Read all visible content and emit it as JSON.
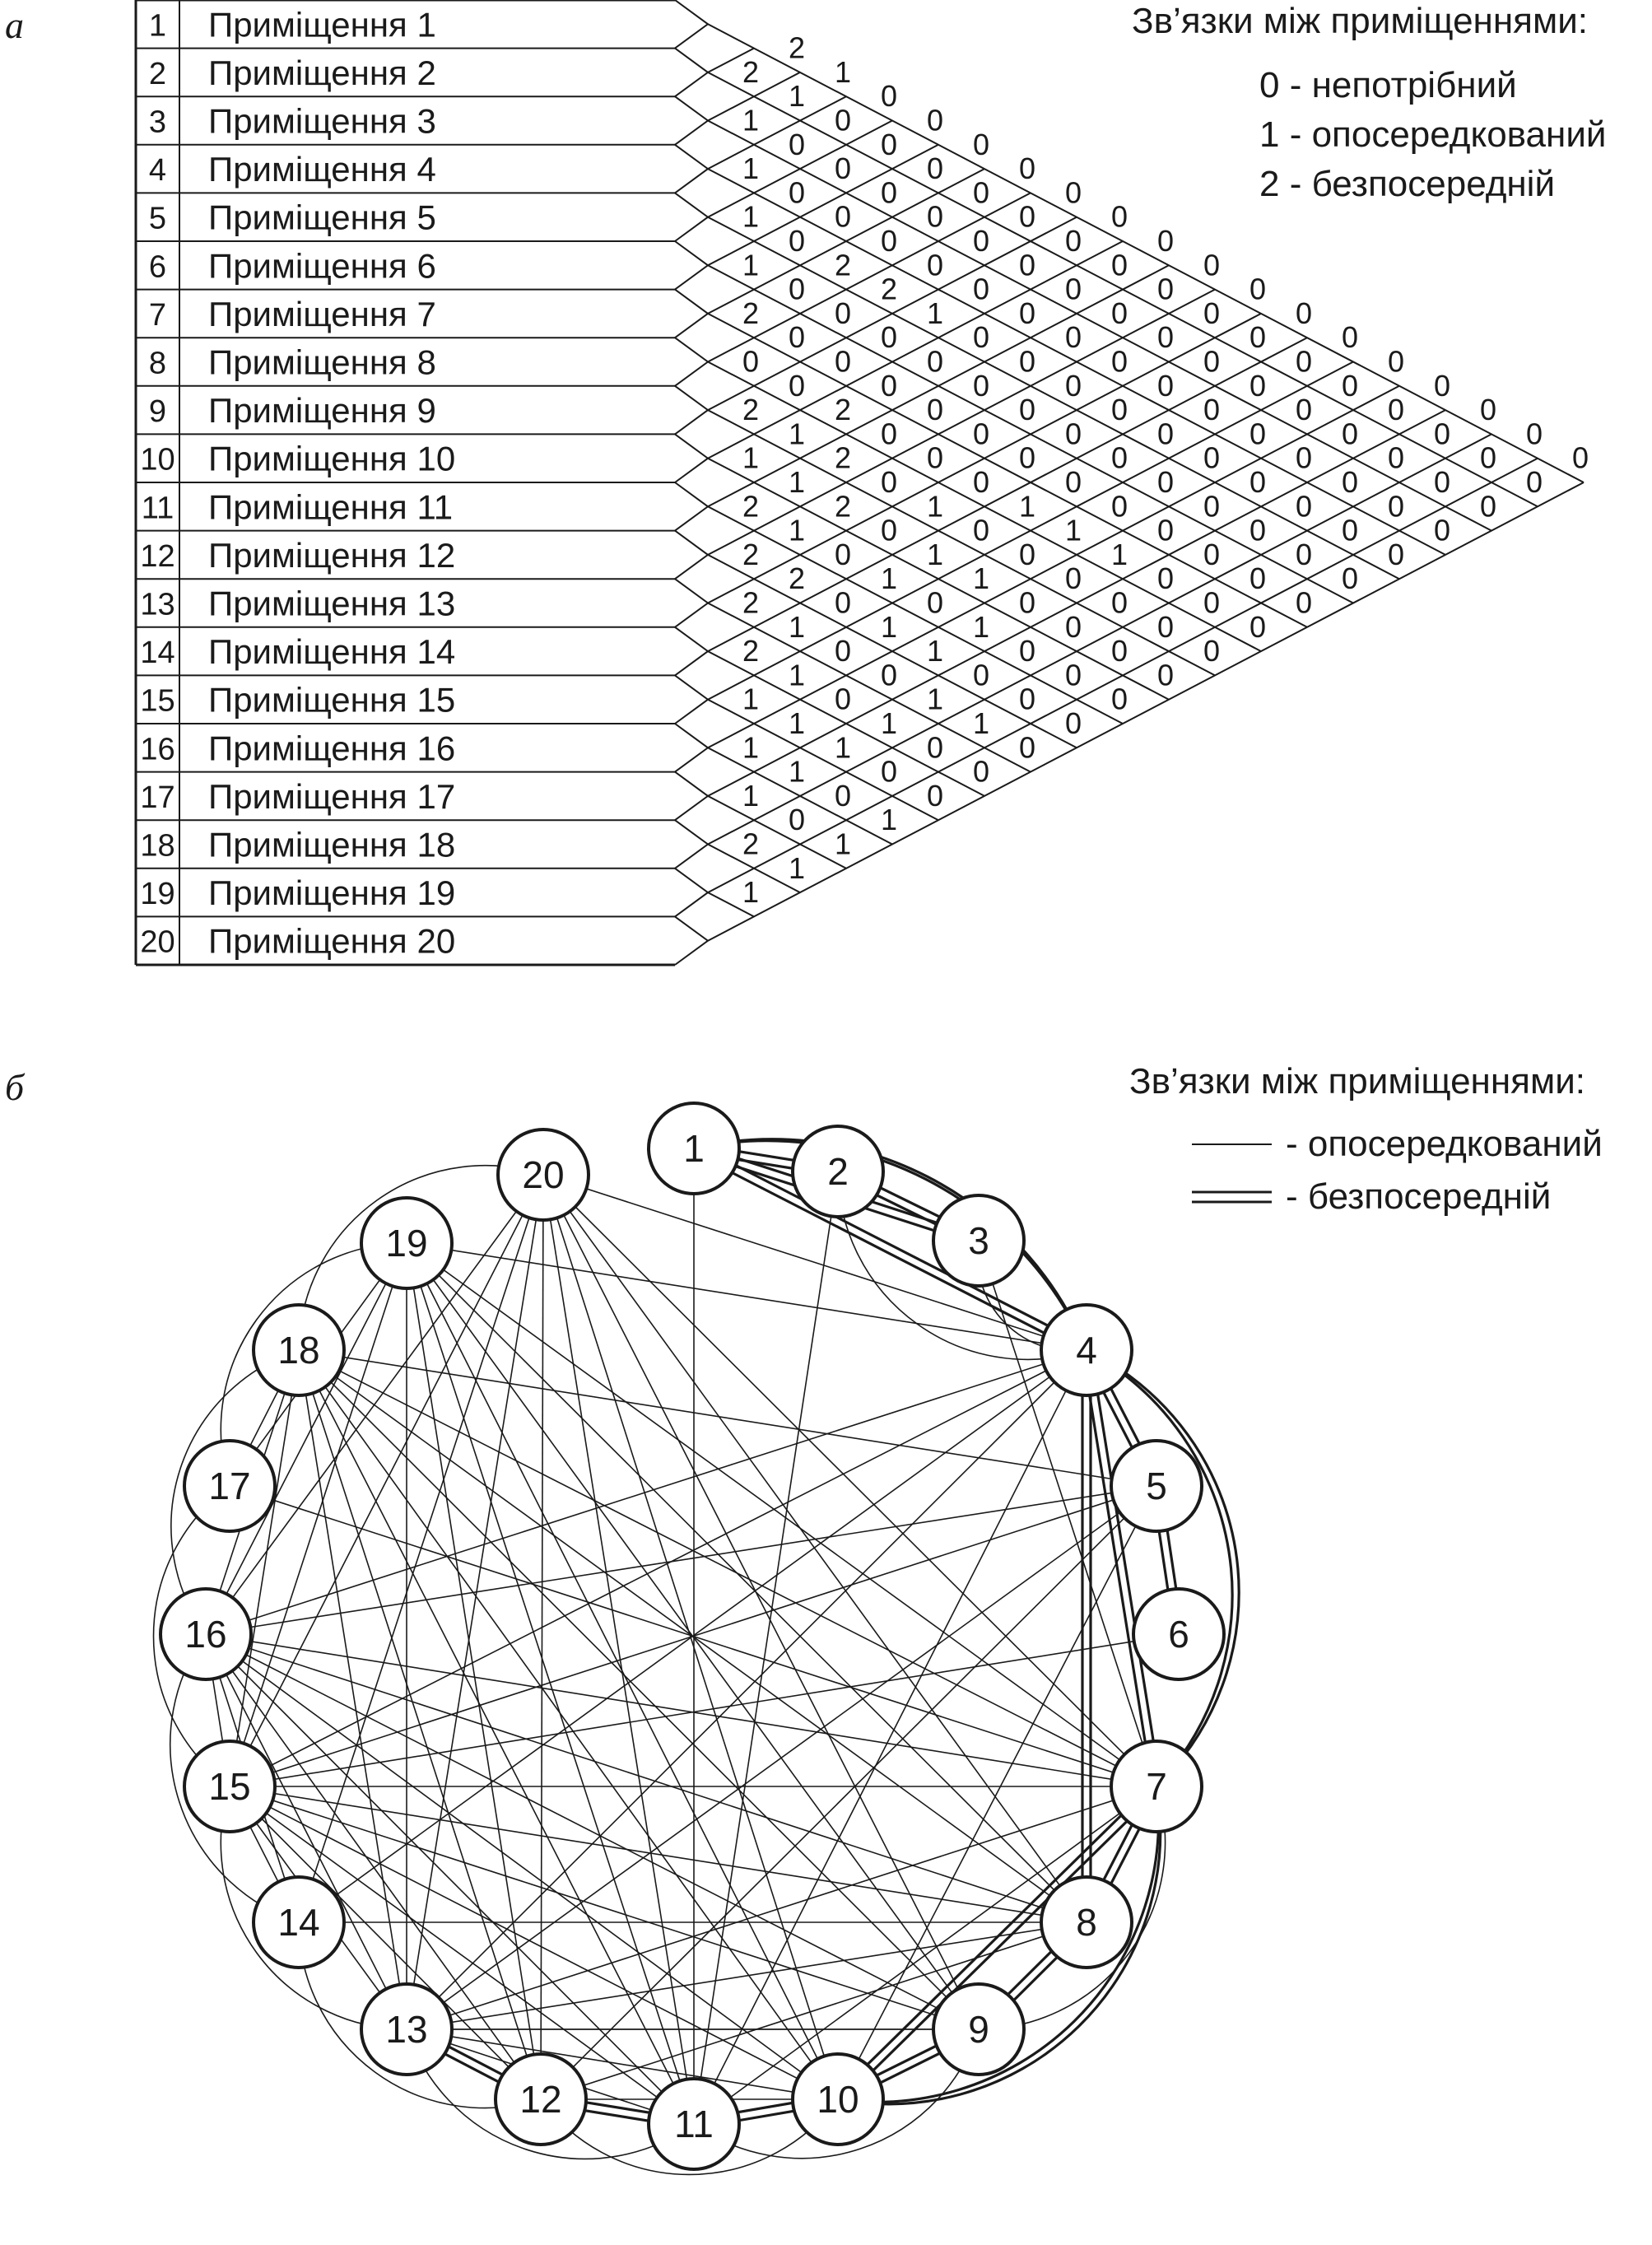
{
  "panel_a": {
    "letter": "а",
    "legend": {
      "title": "Зв’язки між приміщеннями:",
      "items": [
        "0 - непотрібний",
        "1 - опосередкований",
        "2 - безпосередній"
      ]
    },
    "rooms": [
      {
        "num": "1",
        "name": "Приміщення 1"
      },
      {
        "num": "2",
        "name": "Приміщення 2"
      },
      {
        "num": "3",
        "name": "Приміщення 3"
      },
      {
        "num": "4",
        "name": "Приміщення 4"
      },
      {
        "num": "5",
        "name": "Приміщення 5"
      },
      {
        "num": "6",
        "name": "Приміщення 6"
      },
      {
        "num": "7",
        "name": "Приміщення 7"
      },
      {
        "num": "8",
        "name": "Приміщення 8"
      },
      {
        "num": "9",
        "name": "Приміщення 9"
      },
      {
        "num": "10",
        "name": "Приміщення 10"
      },
      {
        "num": "11",
        "name": "Приміщення 11"
      },
      {
        "num": "12",
        "name": "Приміщення 12"
      },
      {
        "num": "13",
        "name": "Приміщення 13"
      },
      {
        "num": "14",
        "name": "Приміщення 14"
      },
      {
        "num": "15",
        "name": "Приміщення 15"
      },
      {
        "num": "16",
        "name": "Приміщення 16"
      },
      {
        "num": "17",
        "name": "Приміщення 17"
      },
      {
        "num": "18",
        "name": "Приміщення 18"
      },
      {
        "num": "19",
        "name": "Приміщення 19"
      },
      {
        "num": "20",
        "name": "Приміщення 20"
      }
    ],
    "matrix_rows": [
      "22",
      "111",
      "1000",
      "10000",
      "100000",
      "2020000",
      "00020000",
      "200010000",
      "1120000000",
      "21200000000",
      "212000000000",
      "2200100000000",
      "21011010000000",
      "110101010000000",
      "1100110010000000",
      "11111000000000000",
      "200001000000000000",
      "1111000000000000000"
    ]
  },
  "panel_b": {
    "letter": "б",
    "legend": {
      "title": "Зв’язки між приміщеннями:",
      "items": [
        {
          "style": "single",
          "label": "- опосередкований"
        },
        {
          "style": "double",
          "label": "- безпосередній"
        }
      ]
    },
    "nodes": [
      "1",
      "2",
      "3",
      "4",
      "5",
      "6",
      "7",
      "8",
      "9",
      "10",
      "11",
      "12",
      "13",
      "14",
      "15",
      "16",
      "17",
      "18",
      "19",
      "20"
    ]
  }
}
